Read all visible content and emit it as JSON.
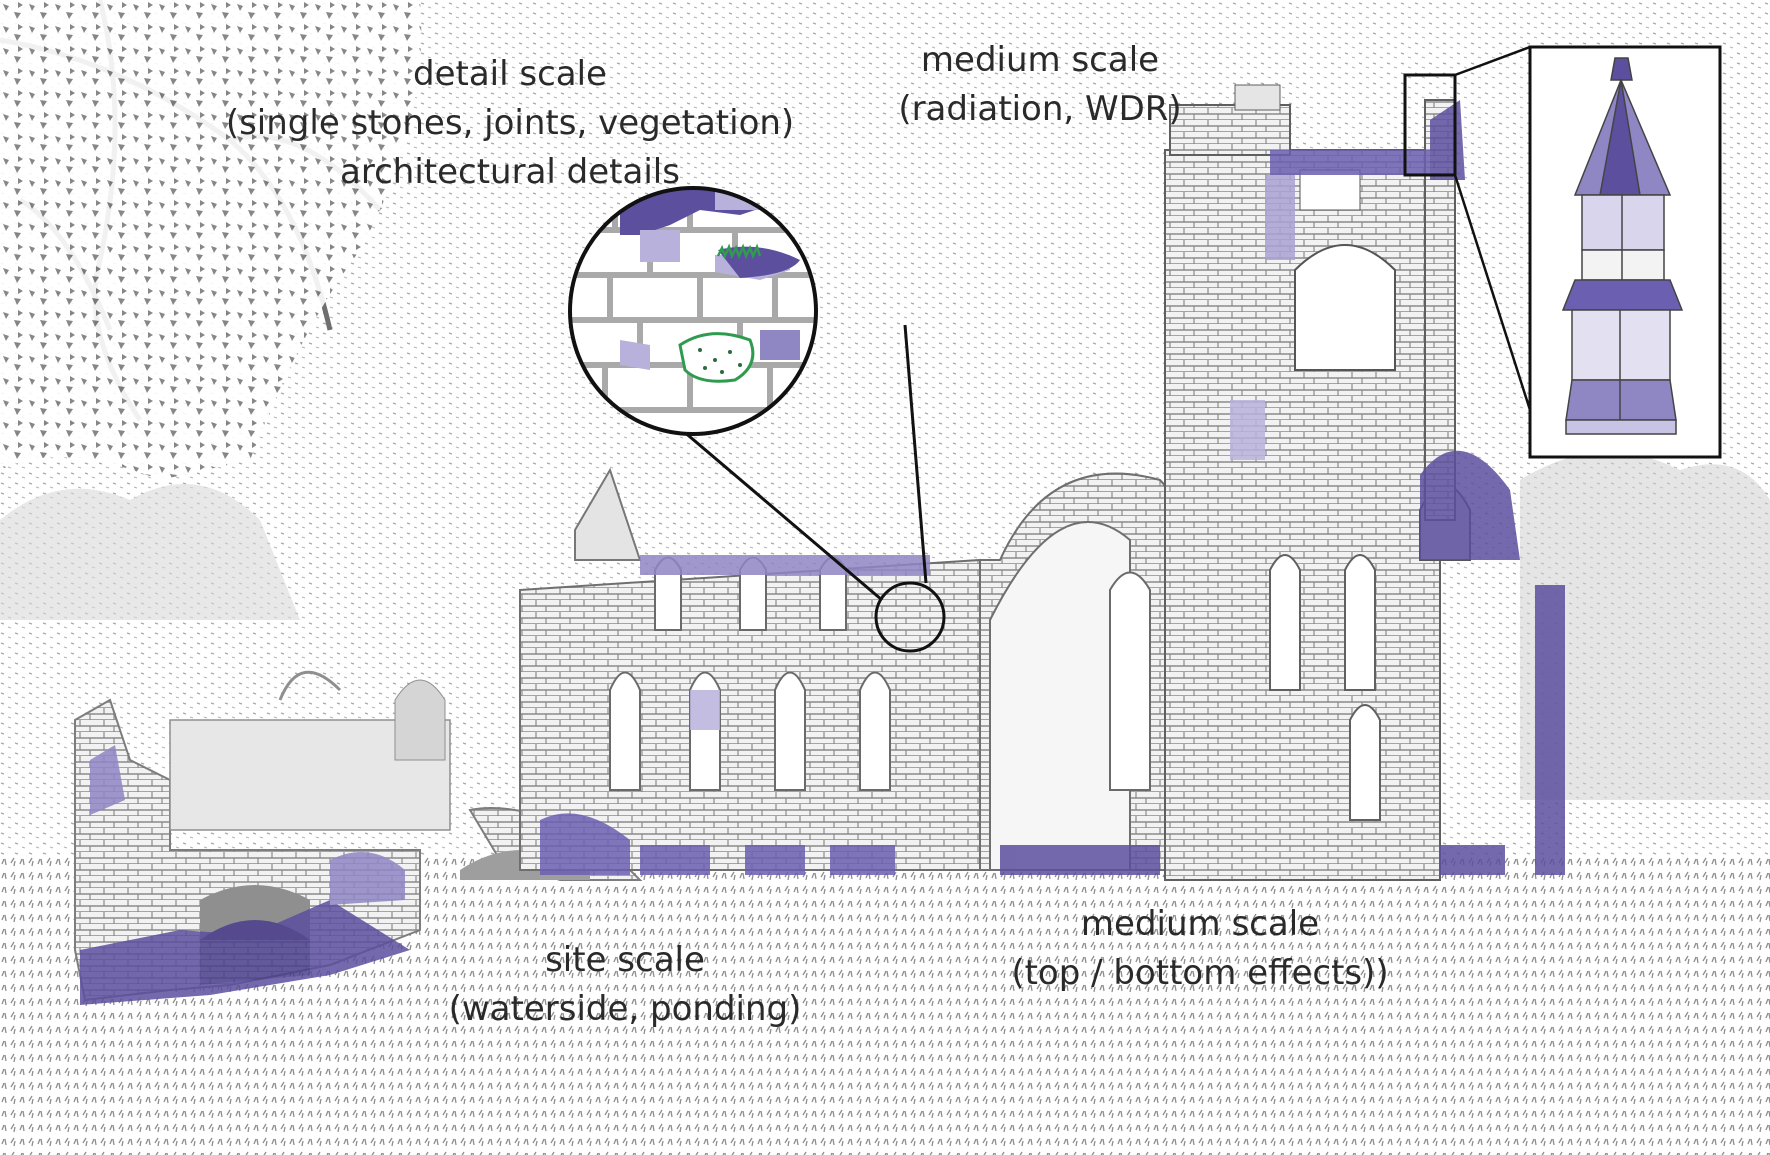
{
  "labels": {
    "detail_scale": {
      "line1": "detail scale",
      "line2": "(single stones, joints, vegetation)",
      "line3": "architectural details"
    },
    "medium_scale_top": {
      "line1": "medium scale",
      "line2": "(radiation, WDR)"
    },
    "site_scale": {
      "line1": "site scale",
      "line2": "(waterside, ponding)"
    },
    "medium_scale_bottom": {
      "line1": "medium scale",
      "line2": "(top / bottom effects))"
    }
  },
  "colors": {
    "drawing_line": "#8a8a8a",
    "stipple": "#a6a6a6",
    "purple_dark": "#5b4f9e",
    "purple_light": "#b3aed6",
    "vegetation_green": "#2e9b4f",
    "inset_frame": "#222222"
  }
}
